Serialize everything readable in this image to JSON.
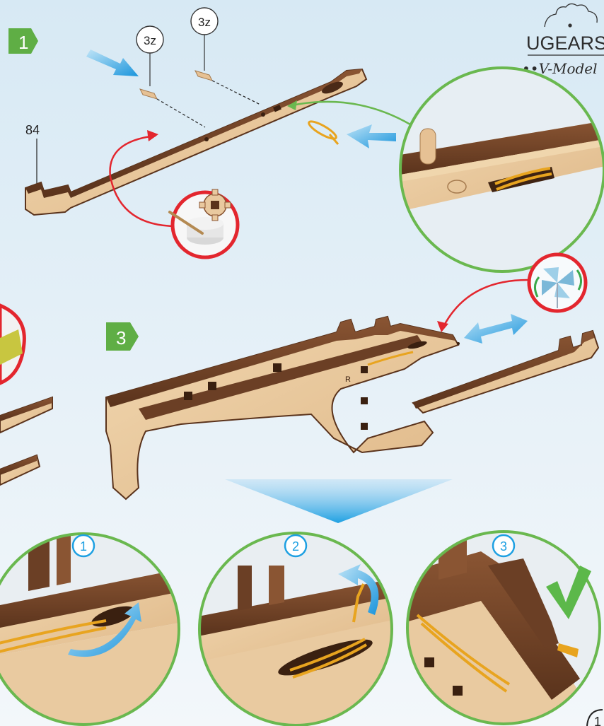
{
  "background": {
    "top": "#dcecf5",
    "bottom": "#f4f8fb"
  },
  "colors": {
    "step_badge": "#5fae45",
    "green_circle": "#6ab84f",
    "red_circle": "#e3262e",
    "arrow_blue": "#2fa6e6",
    "callout_blue": "#1ea0e2",
    "wood_light": "#e9c99f",
    "wood_dark": "#6b3f25",
    "rubber_band": "#e8a41f",
    "check": "#5cb84a"
  },
  "logo": {
    "brand": "UGEARS",
    "sub": "V-Model",
    "icon": "gear-outline-icon"
  },
  "step1": {
    "number": "1",
    "part_label": "84",
    "pin_labels": [
      "3z",
      "3z"
    ],
    "tool_icon": "gear-with-pin-icon"
  },
  "step3": {
    "number": "3",
    "side_mark": "R",
    "pinwheel_icon": "pinwheel-icon"
  },
  "detail_steps": [
    "1",
    "2",
    "3"
  ],
  "check_icon": "checkmark-icon",
  "page_number_partial": "1"
}
